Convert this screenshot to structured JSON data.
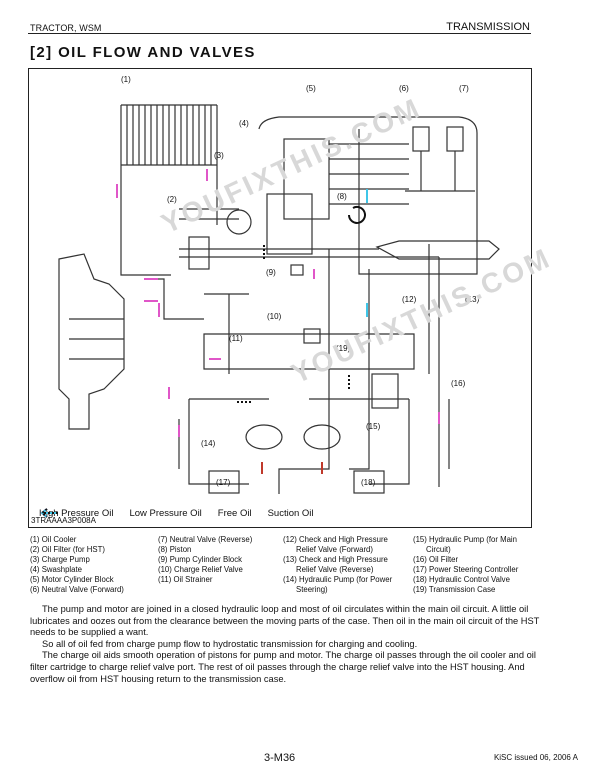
{
  "header": {
    "left": "TRACTOR, WSM",
    "right": "TRANSMISSION"
  },
  "section_title": "[2]  OIL FLOW AND VALVES",
  "figure": {
    "code": "3TRAAAA3P008A",
    "callouts": [
      "(1)",
      "(2)",
      "(3)",
      "(4)",
      "(5)",
      "(6)",
      "(7)",
      "(8)",
      "(9)",
      "(10)",
      "(11)",
      "(12)",
      "(13)",
      "(14)",
      "(15)",
      "(16)",
      "(17)",
      "(18)",
      "(19)"
    ],
    "legend": [
      {
        "label": "High Pressure Oil",
        "color": "#c0392b"
      },
      {
        "label": "Low Pressure Oil",
        "color": "#e056c8"
      },
      {
        "label": "Free Oil",
        "color": "#3fc6e8"
      },
      {
        "label": "Suction Oil",
        "color": "#111111"
      }
    ],
    "watermark": "YOUFIXTHIS.COM"
  },
  "parts_list": [
    [
      "(1)  Oil Cooler",
      "(2)  Oil Filter (for HST)",
      "(3)  Charge Pump",
      "(4)  Swashplate",
      "(5)  Motor Cylinder Block",
      "(6)  Neutral Valve (Forward)"
    ],
    [
      "(7)  Neutral Valve (Reverse)",
      "(8)  Piston",
      "(9)  Pump Cylinder Block",
      "(10) Charge Relief Valve",
      "(11) Oil Strainer"
    ],
    [
      "(12) Check and High Pressure",
      "      Relief Valve (Forward)",
      "(13) Check and High Pressure",
      "      Relief Valve (Reverse)",
      "(14) Hydraulic Pump (for Power",
      "      Steering)"
    ],
    [
      "(15) Hydraulic Pump (for Main",
      "      Circuit)",
      "(16) Oil Filter",
      "(17) Power Steering Controller",
      "(18) Hydraulic Control Valve",
      "(19) Transmission Case"
    ]
  ],
  "paragraphs": [
    "The pump and motor are joined in a closed hydraulic loop and most of oil circulates within the main oil circuit.  A little oil lubricates and oozes out from the clearance between the moving parts of the case.  Then oil in the main oil circuit of the HST needs to be supplied a want.",
    "So all of oil fed from charge pump flow to hydrostatic transmission for charging and cooling.",
    "The charge oil aids smooth operation of pistons for pump and motor.  The charge oil passes through the oil cooler and oil filter cartridge to charge relief valve port.  The rest of oil passes through the charge relief valve into the HST housing.  And overflow oil from HST housing return to the transmission case."
  ],
  "footer": {
    "page": "3-M36",
    "issued": "KiSC issued 06, 2006 A"
  }
}
